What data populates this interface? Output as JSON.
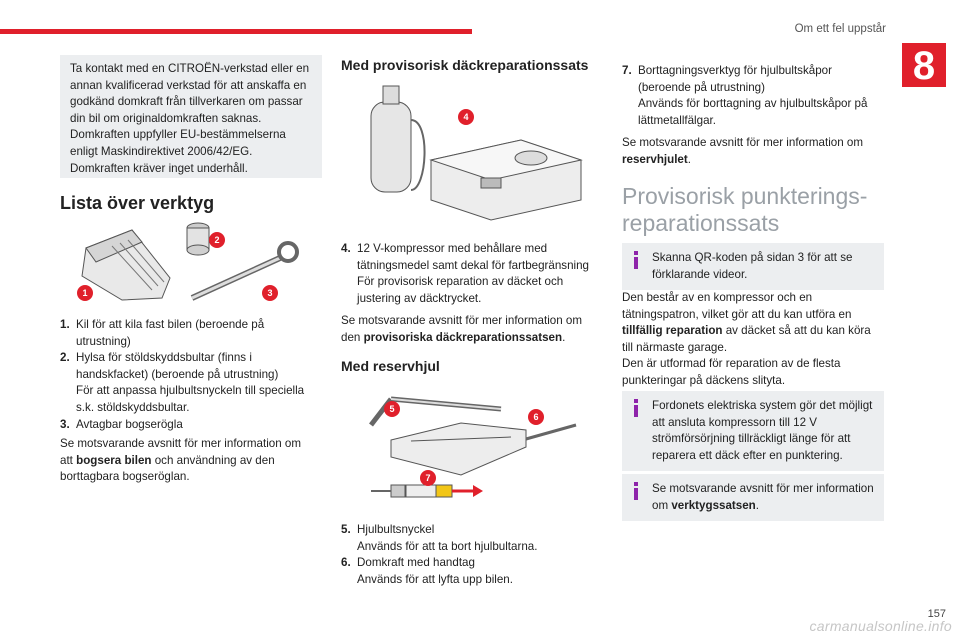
{
  "header": {
    "section_title": "Om ett fel uppstår",
    "chapter_number": "8"
  },
  "col1": {
    "note": "Ta kontakt med en CITROËN-verkstad eller en annan kvalificerad verkstad för att anskaffa en godkänd domkraft från tillverkaren om passar din bil om originaldomkraften saknas. Domkraften uppfyller EU-bestämmelserna enligt Maskindirektivet 2006/42/EG. Domkraften kräver inget underhåll.",
    "heading": "Lista över verktyg",
    "callouts": [
      "1",
      "2",
      "3"
    ],
    "items": [
      {
        "num": "1.",
        "text": "Kil för att kila fast bilen (beroende på utrustning)"
      },
      {
        "num": "2.",
        "text": "Hylsa för stöldskyddsbultar (finns i handskfacket) (beroende på utrustning)",
        "extra": "För att anpassa hjulbultsnyckeln till speciella s.k. stöldskyddsbultar."
      },
      {
        "num": "3.",
        "text": "Avtagbar bogserögla"
      }
    ],
    "para_prefix": "Se motsvarande avsnitt för mer information om att ",
    "para_bold": "bogsera bilen",
    "para_suffix": " och användning av den borttagbara bogseröglan."
  },
  "col2": {
    "heading1": "Med provisorisk däckreparationssats",
    "callout1": "4",
    "item4_num": "4.",
    "item4_text": "12 V-kompressor med behållare med tätningsmedel samt dekal för fartbegränsning",
    "item4_extra": "För provisorisk reparation av däcket och justering av däcktrycket.",
    "para_prefix": "Se motsvarande avsnitt för mer information om den ",
    "para_bold": "provisoriska däckreparationssatsen",
    "para_suffix": ".",
    "heading2": "Med reservhjul",
    "callouts2": [
      "5",
      "6",
      "7"
    ],
    "item5_num": "5.",
    "item5_text": "Hjulbultsnyckel",
    "item5_extra": "Används för att ta bort hjulbultarna.",
    "item6_num": "6.",
    "item6_text": "Domkraft med handtag",
    "item6_extra": "Används för att lyfta upp bilen."
  },
  "col3": {
    "item7_num": "7.",
    "item7_text": "Borttagningsverktyg för hjulbultskåpor (beroende på utrustning)",
    "item7_extra": "Används för borttagning av hjulbultskåpor på lättmetallfälgar.",
    "para1_prefix": "Se motsvarande avsnitt för mer information om ",
    "para1_bold": "reservhjulet",
    "para1_suffix": ".",
    "big_title": "Provisorisk punkterings-reparationssats",
    "info1": "Skanna QR-koden på sidan 3 för att se förklarande videor.",
    "para2_a": "Den består av en kompressor och en tätningspatron, vilket gör att du kan utföra en ",
    "para2_bold": "tillfällig reparation",
    "para2_b": " av däcket så att du kan köra till närmaste garage.",
    "para2_c": "Den är utformad för reparation av de flesta punkteringar på däckens slityta.",
    "info2": "Fordonets elektriska system gör det möjligt att ansluta kompressorn till 12 V strömförsörjning tillräckligt länge för att reparera ett däck efter en punktering.",
    "info3_prefix": "Se motsvarande avsnitt för mer information om ",
    "info3_bold": "verktygssatsen",
    "info3_suffix": "."
  },
  "footer": {
    "page_number": "157",
    "watermark": "carmanualsonline.info"
  },
  "colors": {
    "accent": "#e0202b",
    "note_bg": "#eceef0",
    "title_grey": "#9aa0a6"
  }
}
